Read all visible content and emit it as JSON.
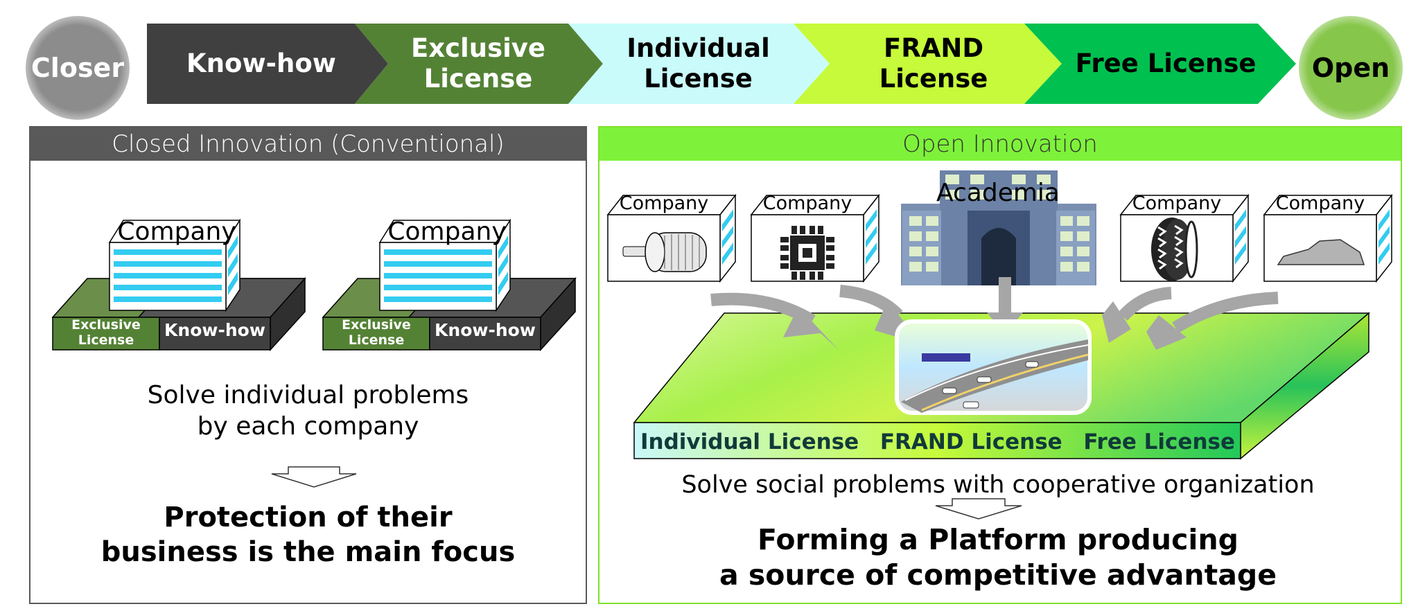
{
  "spectrum": {
    "left_end": "Closer",
    "right_end": "Open",
    "stages": [
      {
        "label": "Know-how",
        "color": "#404040",
        "text_color": "#ffffff"
      },
      {
        "label": "Exclusive License",
        "color": "#548235",
        "text_color": "#ffffff"
      },
      {
        "label": "Individual License",
        "color": "#c9fbfb",
        "text_color": "#000000"
      },
      {
        "label": "FRAND License",
        "color": "#c6fa3a",
        "text_color": "#000000"
      },
      {
        "label": "Free License",
        "color": "#00c050",
        "text_color": "#000000"
      }
    ]
  },
  "closed_panel": {
    "title": "Closed Innovation (Conventional)",
    "companies": [
      {
        "name": "Company",
        "left_block": "Exclusive License",
        "right_block": "Know-how"
      },
      {
        "name": "Company",
        "left_block": "Exclusive License",
        "right_block": "Know-how"
      }
    ],
    "statement_line1": "Solve individual problems",
    "statement_line2": "by each company",
    "conclusion_line1": "Protection of their",
    "conclusion_line2": "business is the main focus"
  },
  "open_panel": {
    "title": "Open Innovation",
    "participants": [
      {
        "name": "Company",
        "icon": "motor-icon"
      },
      {
        "name": "Company",
        "icon": "chip-icon"
      },
      {
        "name": "Academia",
        "icon": "university-building-icon"
      },
      {
        "name": "Company",
        "icon": "tire-icon"
      },
      {
        "name": "Company",
        "icon": "car-body-icon"
      }
    ],
    "platform_labels": [
      "Individual License",
      "FRAND License",
      "Free License"
    ],
    "statement": "Solve social problems with cooperative organization",
    "conclusion_line1": "Forming a Platform producing",
    "conclusion_line2": "a source of competitive advantage"
  },
  "colors": {
    "dark_gray": "#404040",
    "exclusive_green": "#548235",
    "platform_green": "#7ef23a",
    "window_blue": "#33ccf0",
    "arrow_gray": "#a6a6a6"
  }
}
